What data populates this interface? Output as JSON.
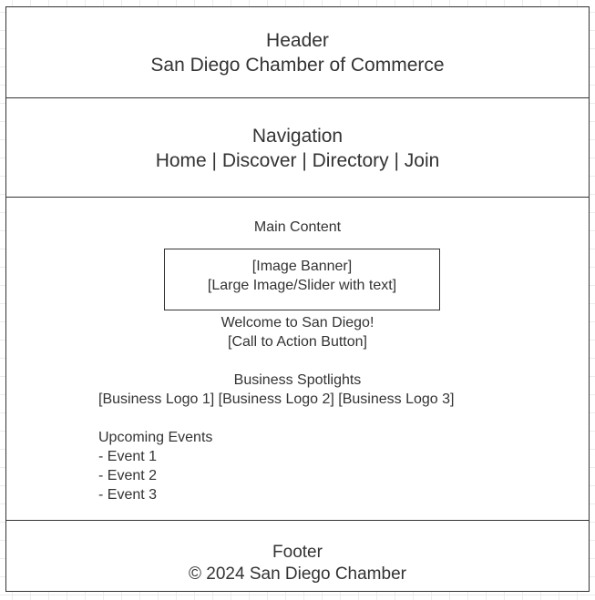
{
  "header": {
    "title": "Header",
    "subtitle": "San Diego Chamber of Commerce"
  },
  "navigation": {
    "title": "Navigation",
    "links": "Home | Discover | Directory | Join"
  },
  "main": {
    "title": "Main Content",
    "banner": {
      "line1": "[Image Banner]",
      "line2": "[Large Image/Slider with text]"
    },
    "welcome": "Welcome to San Diego!",
    "cta": "[Call to Action Button]",
    "spotlights": {
      "title": "Business Spotlights",
      "logos": "[Business Logo 1] [Business Logo 2] [Business Logo 3]"
    },
    "events": {
      "title": "Upcoming Events",
      "items": [
        "- Event 1",
        "- Event 2",
        "- Event 3"
      ]
    }
  },
  "footer": {
    "title": "Footer",
    "copyright": "© 2024 San Diego Chamber"
  }
}
